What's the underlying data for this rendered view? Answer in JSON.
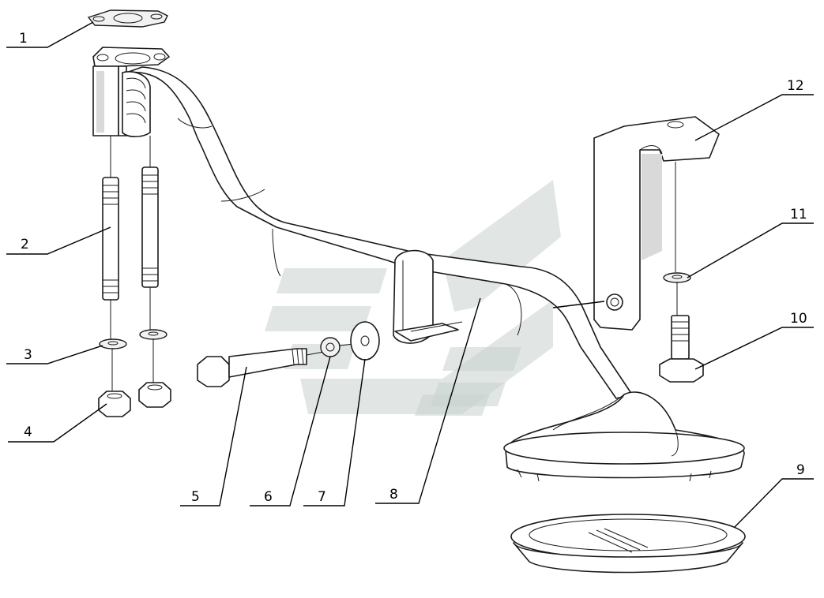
{
  "colors": {
    "line": "#1a1a1a",
    "watermark": "#c9d2cf",
    "background": "#ffffff"
  },
  "callouts": [
    {
      "id": "c1",
      "label": "1"
    },
    {
      "id": "c2",
      "label": "2"
    },
    {
      "id": "c3",
      "label": "3"
    },
    {
      "id": "c4",
      "label": "4"
    },
    {
      "id": "c5",
      "label": "5"
    },
    {
      "id": "c6",
      "label": "6"
    },
    {
      "id": "c7",
      "label": "7"
    },
    {
      "id": "c8",
      "label": "8"
    },
    {
      "id": "c9",
      "label": "9"
    },
    {
      "id": "c10",
      "label": "10"
    },
    {
      "id": "c11",
      "label": "11"
    },
    {
      "id": "c12",
      "label": "12"
    }
  ]
}
